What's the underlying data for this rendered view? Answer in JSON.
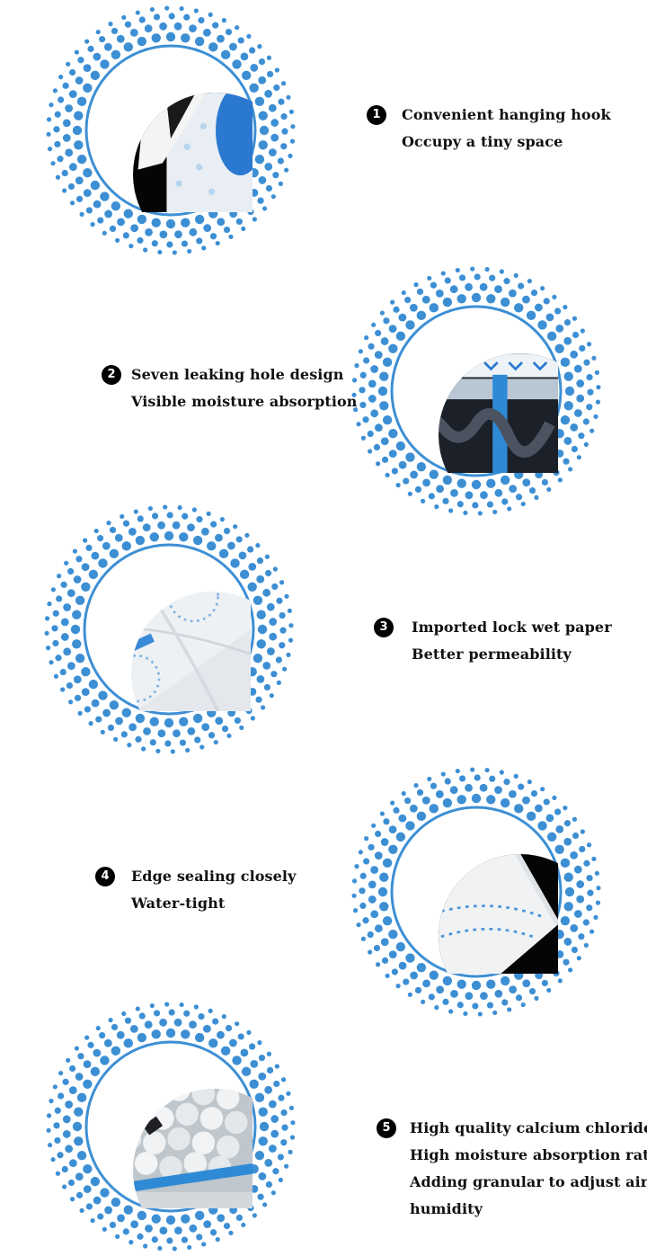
{
  "accent_color": "#3d8fd4",
  "features": [
    {
      "number": "1",
      "lines": [
        "Convenient hanging hook",
        "Occupy a tiny space"
      ],
      "image_subject": "hanging hook"
    },
    {
      "number": "2",
      "lines": [
        "Seven leaking hole design",
        "Visible moisture absorption"
      ],
      "image_subject": "leaking holes"
    },
    {
      "number": "3",
      "lines": [
        "Imported lock wet paper",
        "Better permeability"
      ],
      "image_subject": "wet paper"
    },
    {
      "number": "4",
      "lines": [
        "Edge sealing closely",
        "Water-tight"
      ],
      "image_subject": "sealed edge"
    },
    {
      "number": "5",
      "lines": [
        "High quality calcium chloride",
        "High moisture absorption rate",
        "Adding granular to adjust air",
        "humidity"
      ],
      "image_subject": "calcium chloride granules"
    }
  ]
}
